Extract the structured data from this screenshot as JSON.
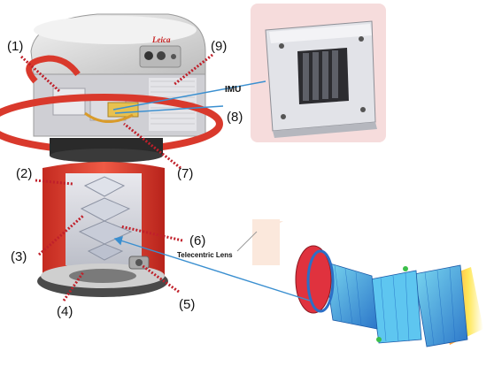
{
  "callouts": {
    "n1": "(1)",
    "n2": "(2)",
    "n3": "(3)",
    "n4": "(4)",
    "n5": "(5)",
    "n6": "(6)",
    "n7": "(7)",
    "n8": "(8)",
    "n9": "(9)"
  },
  "captions": {
    "imu": "IMU",
    "telecentric_lens": "Telecentric Lens",
    "brand": "Leica"
  },
  "colors": {
    "camera_red": "#d9392c",
    "housing_white": "#d8d8d8",
    "leader_red": "#c0202a",
    "pointer_blue": "#3a8fd0",
    "panel_pink": "#f6dcdc"
  }
}
